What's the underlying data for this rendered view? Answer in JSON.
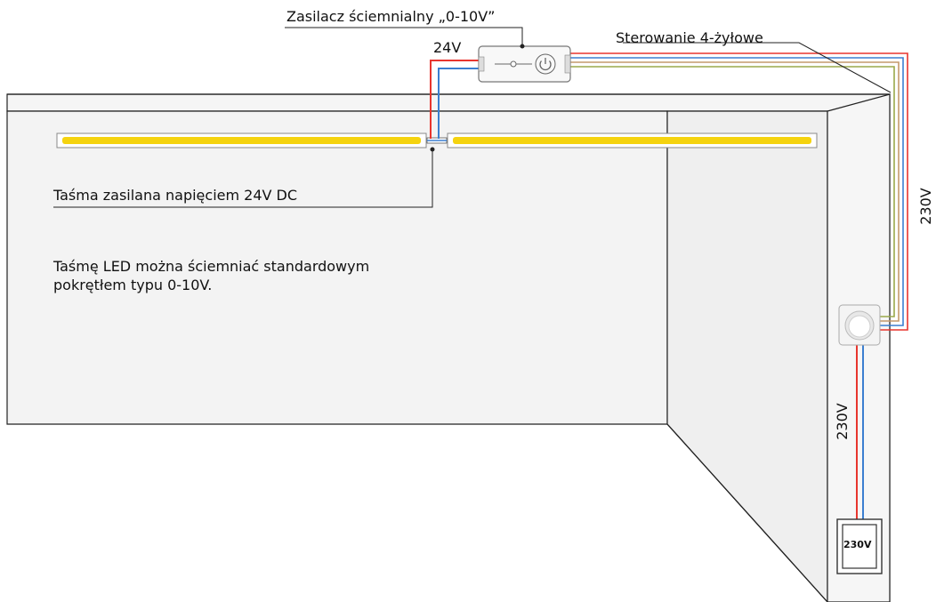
{
  "labels": {
    "power_supply": "Zasilacz ściemnialny „0-10V”",
    "voltage_24": "24V",
    "control": "Sterowanie 4-żyłowe",
    "strip": "Taśma zasilana napięciem 24V DC",
    "voltage_230_right": "230V",
    "voltage_230_mid": "230V",
    "socket": "230V"
  },
  "description": "Taśmę LED można ściemniać standardowym pokrętłem typu 0-10V.",
  "colors": {
    "wall": "#f2f2f2",
    "wall_stroke": "#222222",
    "led": "#f5d30f",
    "wire_red": "#e8352e",
    "wire_blue": "#3b7fd0",
    "wire_olive": "#9aa84a",
    "wire_brown": "#c49a6c"
  },
  "icons": [
    "power-button-icon",
    "switch-icon",
    "dimmer-knob-icon"
  ]
}
